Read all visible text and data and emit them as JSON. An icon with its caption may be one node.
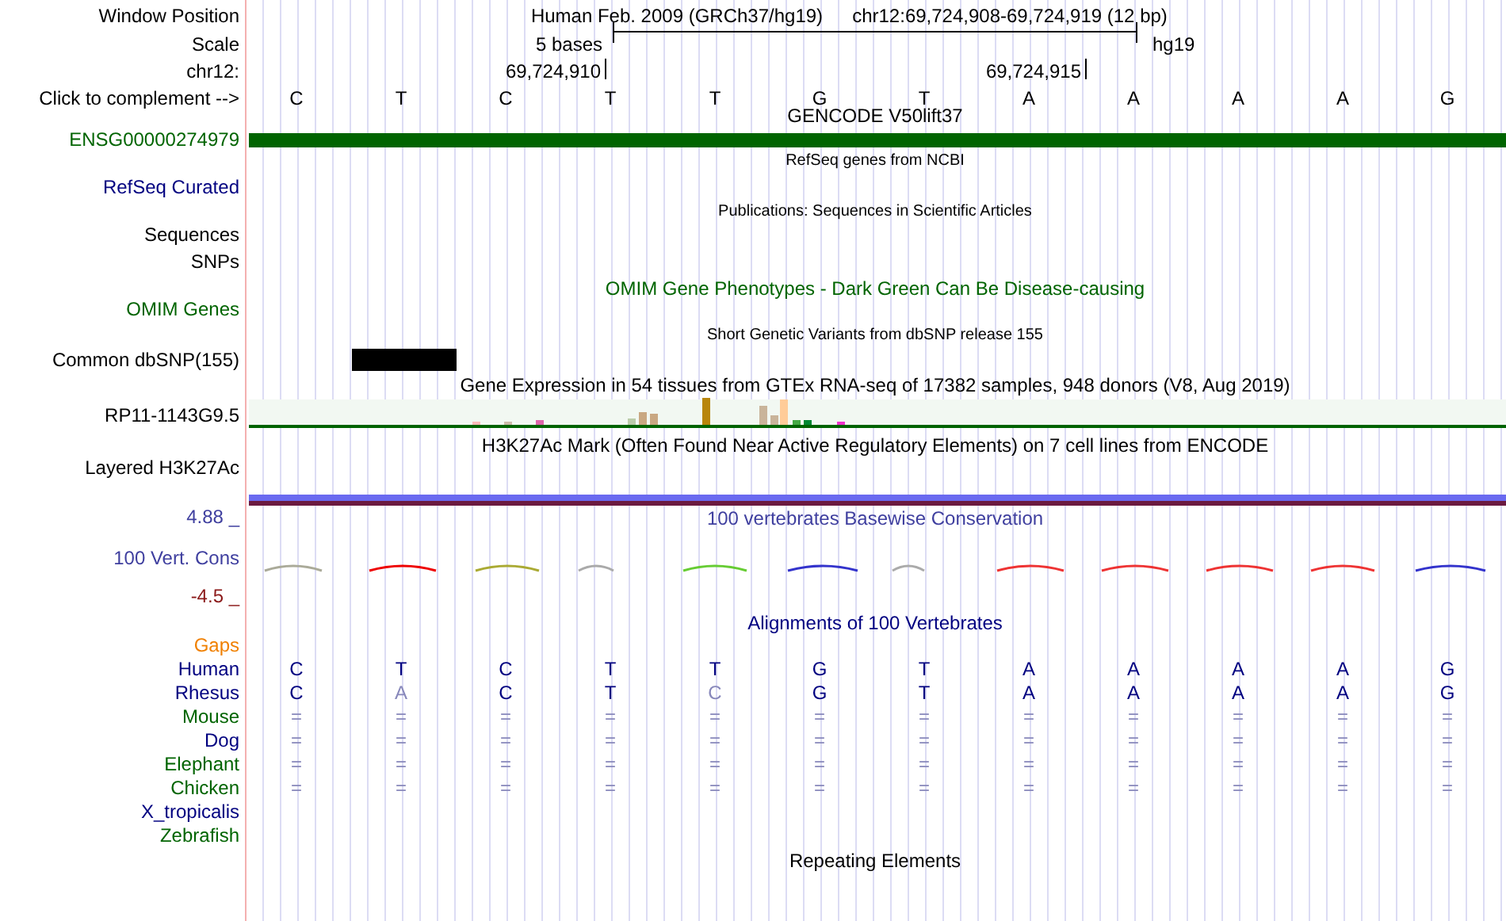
{
  "diagram": {
    "labels": [
      "Window Position",
      "Human Feb. 2009 (GRCh37/hg19)",
      "chr12:69,724,908-69,724,919 (12 bp)",
      "Scale",
      "5 bases",
      "hg19",
      "chr12:",
      "69,724,910",
      "69,724,915",
      "Click to complement -->",
      "C",
      "T",
      "C",
      "T",
      "T",
      "G",
      "T",
      "A",
      "A",
      "A",
      "A",
      "G",
      "GENCODE V50lift37",
      "ENSG00000274979",
      "RefSeq genes from NCBI",
      "RefSeq Curated",
      "Publications: Sequences in Scientific Articles",
      "Sequences",
      "SNPs",
      "OMIM Gene Phenotypes - Dark Green Can Be Disease-causing",
      "OMIM Genes",
      "Short Genetic Variants from dbSNP release 155",
      "Common dbSNP(155)",
      "Gene Expression in 54 tissues from GTEx RNA-seq of 17382 samples, 948 donors (V8, Aug 2019)",
      "RP11-1143G9.5",
      "H3K27Ac Mark (Often Found Near Active Regulatory Elements) on 7 cell lines from ENCODE",
      "Layered H3K27Ac",
      "4.88 _",
      "100 vertebrates Basewise Conservation",
      "100 Vert. Cons",
      "-4.5 _",
      "Alignments of 100 Vertebrates",
      "Gaps",
      "Human",
      "C",
      "T",
      "C",
      "T",
      "T",
      "G",
      "T",
      "A",
      "A",
      "A",
      "A",
      "G",
      "Rhesus",
      "C",
      "A",
      "C",
      "T",
      "C",
      "G",
      "T",
      "A",
      "A",
      "A",
      "A",
      "G",
      "Mouse",
      "=",
      "=",
      "=",
      "=",
      "=",
      "=",
      "=",
      "=",
      "=",
      "=",
      "=",
      "=",
      "Dog",
      "=",
      "=",
      "=",
      "=",
      "=",
      "=",
      "=",
      "=",
      "=",
      "=",
      "=",
      "=",
      "Elephant",
      "=",
      "=",
      "=",
      "=",
      "=",
      "=",
      "=",
      "=",
      "=",
      "=",
      "=",
      "=",
      "Chicken",
      "=",
      "=",
      "=",
      "=",
      "=",
      "=",
      "=",
      "=",
      "=",
      "=",
      "=",
      "=",
      "X_tropicalis",
      "Zebrafish",
      "Repeating Elements"
    ]
  }
}
